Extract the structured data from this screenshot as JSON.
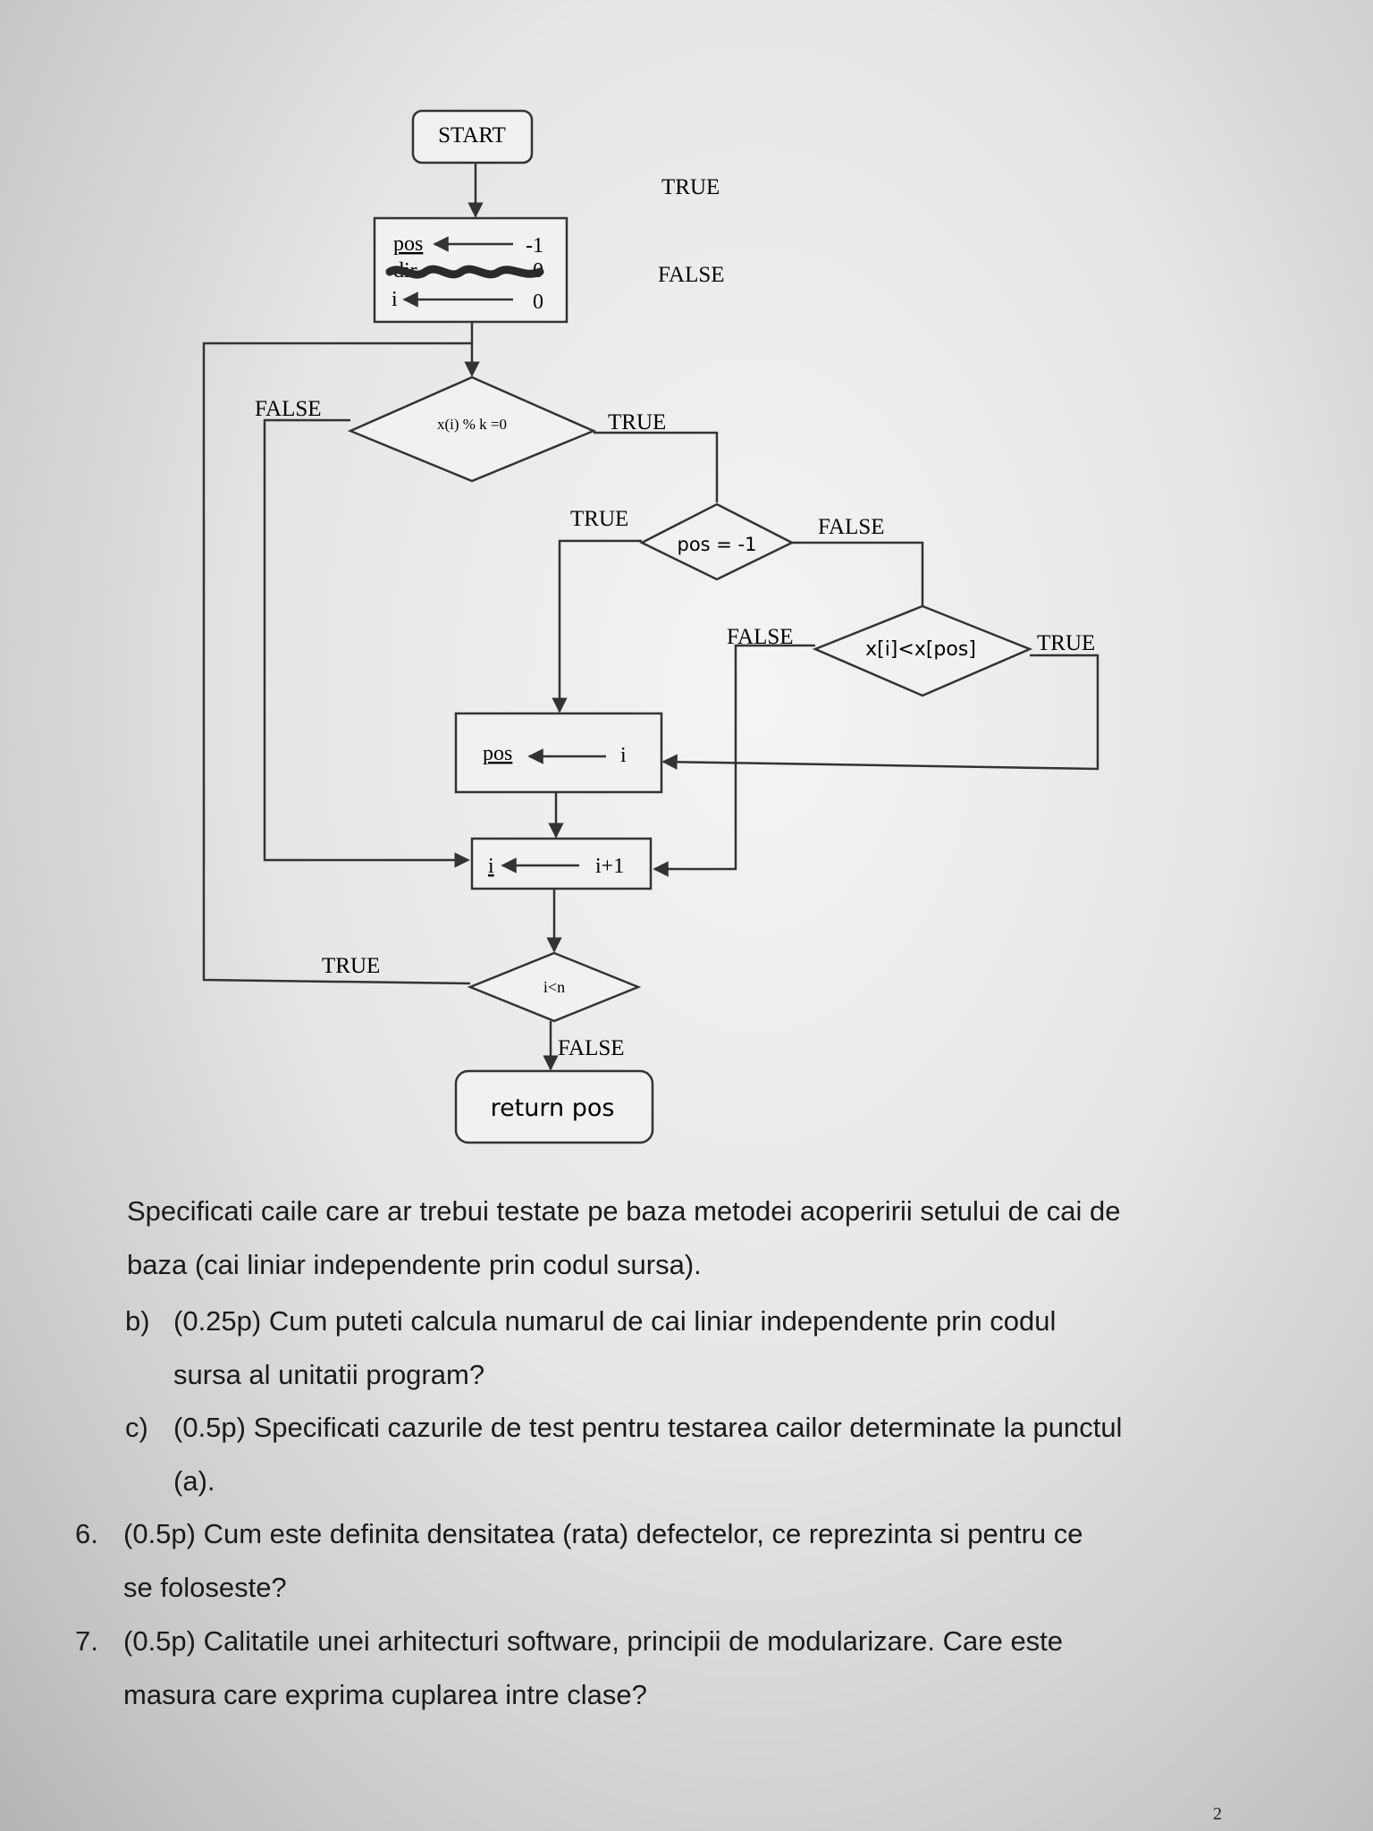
{
  "flowchart": {
    "start": "START",
    "init": {
      "pos": "pos",
      "pos_val": "-1",
      "crossed": "dir",
      "crossed_val": "0",
      "i": "i",
      "i_val": "0"
    },
    "decision1": "x(i) % k =0",
    "decision2": "pos = -1",
    "decision3": "x[i]<x[pos]",
    "assign_pos": {
      "lhs": "pos",
      "rhs": "i"
    },
    "increment": {
      "lhs": "i",
      "rhs": "i+1"
    },
    "decision4": "i<n",
    "end": "return pos",
    "labels": {
      "legend_true": "TRUE",
      "legend_false": "FALSE",
      "d1_false": "FALSE",
      "d1_true": "TRUE",
      "d2_true": "TRUE",
      "d2_false": "FALSE",
      "d3_false": "FALSE",
      "d3_true": "TRUE",
      "d4_true": "TRUE",
      "d4_false": "FALSE"
    }
  },
  "questions": {
    "intro_line1": "Specificati caile care ar trebui testate pe baza metodei acoperirii setului de cai de",
    "intro_line2": "baza (cai liniar independente prin codul sursa).",
    "b_marker": "b)",
    "b_line1": "(0.25p) Cum puteti calcula numarul de cai liniar independente prin codul",
    "b_line2": "sursa al unitatii program?",
    "c_marker": "c)",
    "c_line1": "(0.5p) Specificati cazurile de test pentru testarea cailor determinate la punctul",
    "c_line2": "(a).",
    "q6_number": "6.",
    "q6_line1": "(0.5p) Cum este definita densitatea (rata) defectelor, ce reprezinta si pentru ce",
    "q6_line2": "se foloseste?",
    "q7_number": "7.",
    "q7_line1": "(0.5p) Calitatile unei arhitecturi software, principii de modularizare. Care este",
    "q7_line2": "masura care exprima cuplarea intre clase?"
  },
  "page_number": "2"
}
